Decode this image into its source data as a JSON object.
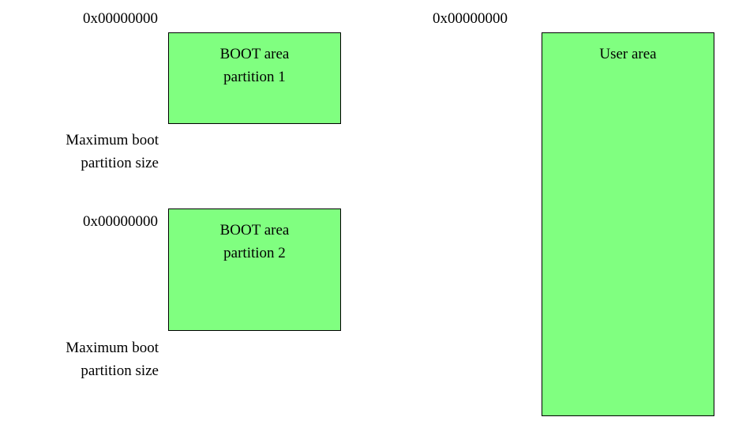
{
  "colors": {
    "partition_fill": "#80ff80",
    "border": "#000000",
    "text": "#000000"
  },
  "boot_partition_1": {
    "start_address": "0x00000000",
    "title_line1": "BOOT area",
    "title_line2": "partition 1",
    "end_label_line1": "Maximum boot",
    "end_label_line2": "partition size"
  },
  "boot_partition_2": {
    "start_address": "0x00000000",
    "title_line1": "BOOT area",
    "title_line2": "partition 2",
    "end_label_line1": "Maximum boot",
    "end_label_line2": "partition size"
  },
  "user_area": {
    "start_address": "0x00000000",
    "title": "User area"
  }
}
